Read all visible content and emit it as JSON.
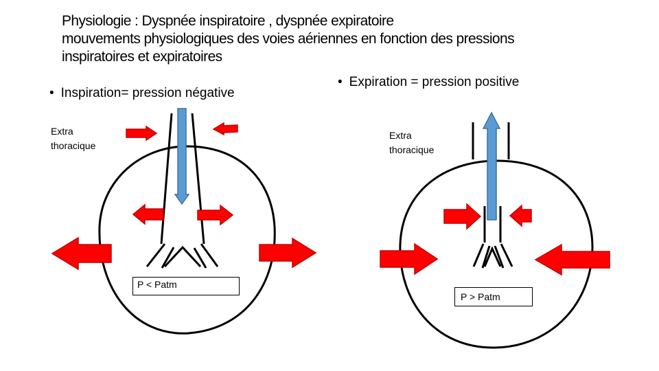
{
  "title": {
    "line1": "Physiologie :   Dyspnée inspiratoire  , dyspnée expiratoire",
    "line2": "mouvements physiologiques des voies aériennes en fonction des pressions",
    "line3": "inspiratoires et expiratoires"
  },
  "left": {
    "bullet": "Inspiration= pression négative",
    "extra_label_line1": "Extra",
    "extra_label_line2": "thoracique",
    "pressure_label": "P < Patm"
  },
  "right": {
    "bullet": "Expiration  = pression positive",
    "extra_label_line1": "Extra",
    "extra_label_line2": "thoracique",
    "pressure_label": "P > Patm"
  },
  "colors": {
    "arrow_red": "#ff0000",
    "arrow_red_border": "#c00000",
    "arrow_blue": "#5b9bd5",
    "arrow_blue_border": "#41719c"
  }
}
